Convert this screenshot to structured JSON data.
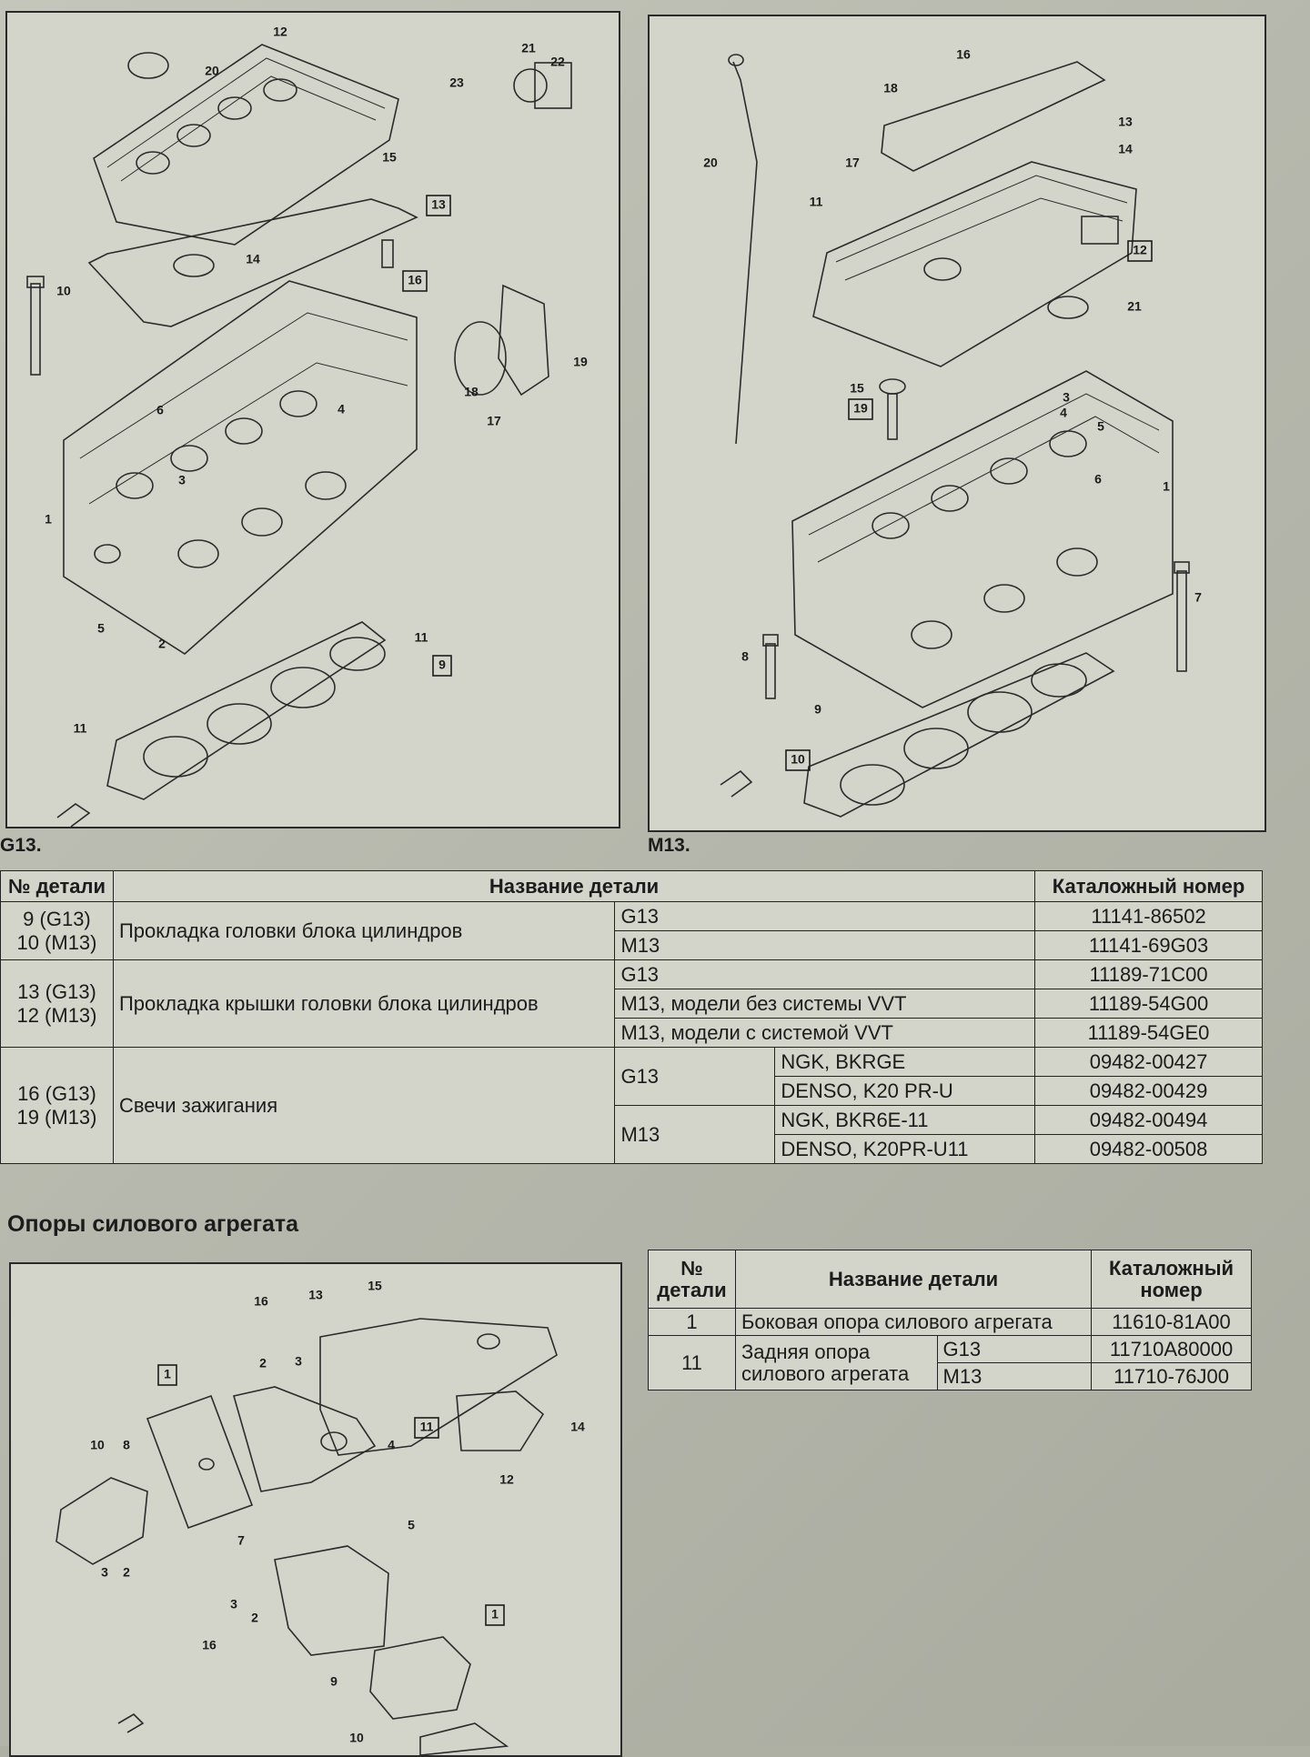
{
  "upper": {
    "left_caption": "G13.",
    "right_caption": "M13.",
    "left_callouts": [
      {
        "id": "c12",
        "text": "12",
        "boxed": false
      },
      {
        "id": "c20",
        "text": "20",
        "boxed": false
      },
      {
        "id": "c21",
        "text": "21",
        "boxed": false
      },
      {
        "id": "c22",
        "text": "22",
        "boxed": false
      },
      {
        "id": "c23",
        "text": "23",
        "boxed": false
      },
      {
        "id": "c15",
        "text": "15",
        "boxed": false
      },
      {
        "id": "c13",
        "text": "13",
        "boxed": true
      },
      {
        "id": "c14",
        "text": "14",
        "boxed": false
      },
      {
        "id": "c16",
        "text": "16",
        "boxed": true
      },
      {
        "id": "c10",
        "text": "10",
        "boxed": false
      },
      {
        "id": "c19",
        "text": "19",
        "boxed": false
      },
      {
        "id": "c18",
        "text": "18",
        "boxed": false
      },
      {
        "id": "c17",
        "text": "17",
        "boxed": false
      },
      {
        "id": "c6",
        "text": "6",
        "boxed": false
      },
      {
        "id": "c4",
        "text": "4",
        "boxed": false
      },
      {
        "id": "c3",
        "text": "3",
        "boxed": false
      },
      {
        "id": "c1",
        "text": "1",
        "boxed": false
      },
      {
        "id": "c5",
        "text": "5",
        "boxed": false
      },
      {
        "id": "c2",
        "text": "2",
        "boxed": false
      },
      {
        "id": "c11a",
        "text": "11",
        "boxed": false
      },
      {
        "id": "c9",
        "text": "9",
        "boxed": true
      },
      {
        "id": "c11b",
        "text": "11",
        "boxed": false
      }
    ],
    "right_callouts": [
      {
        "id": "c16",
        "text": "16",
        "boxed": false
      },
      {
        "id": "c18",
        "text": "18",
        "boxed": false
      },
      {
        "id": "c13",
        "text": "13",
        "boxed": false
      },
      {
        "id": "c14",
        "text": "14",
        "boxed": false
      },
      {
        "id": "c20",
        "text": "20",
        "boxed": false
      },
      {
        "id": "c17",
        "text": "17",
        "boxed": false
      },
      {
        "id": "c11",
        "text": "11",
        "boxed": false
      },
      {
        "id": "c12",
        "text": "12",
        "boxed": true
      },
      {
        "id": "c21",
        "text": "21",
        "boxed": false
      },
      {
        "id": "c15",
        "text": "15",
        "boxed": false
      },
      {
        "id": "c19",
        "text": "19",
        "boxed": true
      },
      {
        "id": "c3",
        "text": "3",
        "boxed": false
      },
      {
        "id": "c4",
        "text": "4",
        "boxed": false
      },
      {
        "id": "c5",
        "text": "5",
        "boxed": false
      },
      {
        "id": "c6",
        "text": "6",
        "boxed": false
      },
      {
        "id": "c1",
        "text": "1",
        "boxed": false
      },
      {
        "id": "c7",
        "text": "7",
        "boxed": false
      },
      {
        "id": "c8",
        "text": "8",
        "boxed": false
      },
      {
        "id": "c9",
        "text": "9",
        "boxed": false
      },
      {
        "id": "c10",
        "text": "10",
        "boxed": true
      }
    ]
  },
  "table1": {
    "headers": [
      "№ детали",
      "Название детали",
      "Каталожный номер"
    ],
    "r1": {
      "part": "9 (G13)\n10 (M13)",
      "name": "Прокладка головки блока цилиндров",
      "v1": "G13",
      "c1": "11141-86502",
      "v2": "M13",
      "c2": "11141-69G03"
    },
    "r2": {
      "part": "13 (G13)\n12 (M13)",
      "name": "Прокладка крышки головки блока цилиндров",
      "v1": "G13",
      "c1": "11189-71C00",
      "v2": "M13, модели без системы VVT",
      "c2": "11189-54G00",
      "v3": "M13, модели с системой VVT",
      "c3": "11189-54GE0"
    },
    "r3": {
      "part": "16 (G13)\n19 (M13)",
      "name": "Свечи зажигания",
      "e1": "G13",
      "e1a": "NGK, BKRGE",
      "c1": "09482-00427",
      "e1b": "DENSO, K20 PR-U",
      "c2": "09482-00429",
      "e2": "M13",
      "e2a": "NGK, BKR6E-11",
      "c3": "09482-00494",
      "e2b": "DENSO, K20PR-U11",
      "c4": "09482-00508"
    }
  },
  "section2": {
    "heading": "Опоры силового агрегата",
    "callouts": [
      {
        "id": "m16a",
        "text": "16",
        "boxed": false
      },
      {
        "id": "m13",
        "text": "13",
        "boxed": false
      },
      {
        "id": "m15",
        "text": "15",
        "boxed": false
      },
      {
        "id": "m2a",
        "text": "2",
        "boxed": false
      },
      {
        "id": "m3a",
        "text": "3",
        "boxed": false
      },
      {
        "id": "m1a",
        "text": "1",
        "boxed": true
      },
      {
        "id": "m10a",
        "text": "10",
        "boxed": false
      },
      {
        "id": "m8",
        "text": "8",
        "boxed": false
      },
      {
        "id": "m11",
        "text": "11",
        "boxed": true
      },
      {
        "id": "m14",
        "text": "14",
        "boxed": false
      },
      {
        "id": "m4",
        "text": "4",
        "boxed": false
      },
      {
        "id": "m12",
        "text": "12",
        "boxed": false
      },
      {
        "id": "m7",
        "text": "7",
        "boxed": false
      },
      {
        "id": "m3b",
        "text": "3",
        "boxed": false
      },
      {
        "id": "m2b",
        "text": "2",
        "boxed": false
      },
      {
        "id": "m5",
        "text": "5",
        "boxed": false
      },
      {
        "id": "m3c",
        "text": "3",
        "boxed": false
      },
      {
        "id": "m2c",
        "text": "2",
        "boxed": false
      },
      {
        "id": "m16b",
        "text": "16",
        "boxed": false
      },
      {
        "id": "m1b",
        "text": "1",
        "boxed": true
      },
      {
        "id": "m9",
        "text": "9",
        "boxed": false
      },
      {
        "id": "m10b",
        "text": "10",
        "boxed": false
      }
    ]
  },
  "table2": {
    "headers": [
      "№\nдетали",
      "Название детали",
      "Каталожный\nномер"
    ],
    "r1": {
      "part": "1",
      "name": "Боковая опора силового агрегата",
      "cat": "11610-81A00"
    },
    "r2": {
      "part": "11",
      "name": "Задняя опора\nсилового агрегата",
      "v1": "G13",
      "c1": "11710A80000",
      "v2": "M13",
      "c2": "11710-76J00"
    }
  }
}
